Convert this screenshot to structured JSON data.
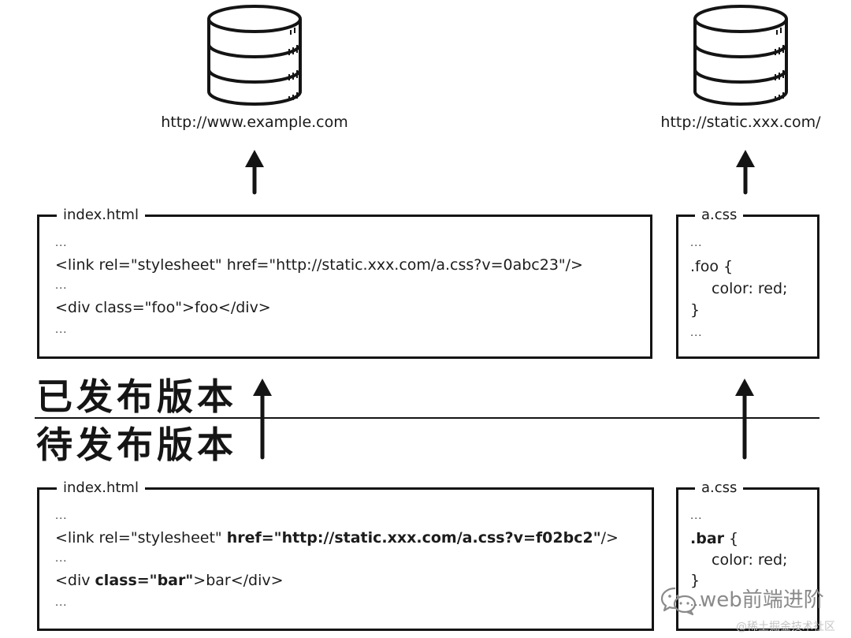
{
  "servers": {
    "origin": {
      "url": "http://www.example.com"
    },
    "static": {
      "url": "http://static.xxx.com/"
    }
  },
  "published": {
    "label": "已发布版本",
    "html_file": {
      "title": "index.html",
      "lines": [
        "...",
        "<link rel=\"stylesheet\" href=\"http://static.xxx.com/a.css?v=0abc23\"/>",
        "...",
        "<div class=\"foo\">foo</div>",
        "..."
      ]
    },
    "css_file": {
      "title": "a.css",
      "lines": [
        "...",
        ".foo {",
        "color: red;",
        "}",
        "..."
      ]
    }
  },
  "pending": {
    "label": "待发布版本",
    "html_file": {
      "title": "index.html",
      "lines": [
        [
          "..."
        ],
        [
          "<link rel=\"stylesheet\" ",
          "href=\"http://static.xxx.com/a.css?v=f02bc2\"",
          "/>"
        ],
        [
          "..."
        ],
        [
          "<div ",
          "class=\"bar\"",
          ">bar</div>"
        ],
        [
          "..."
        ]
      ]
    },
    "css_file": {
      "title": "a.css",
      "lines": [
        [
          "..."
        ],
        [
          ".bar",
          " {"
        ],
        [
          "color: red;"
        ],
        [
          "}"
        ],
        [
          "..."
        ]
      ]
    }
  },
  "watermark": {
    "channel": "web前端进阶",
    "platform": "@稀土掘金技术社区"
  },
  "icons": {
    "server": "database-icon",
    "arrow": "arrow-up-icon",
    "watermark": "wechat-icon"
  },
  "colors": {
    "ink": "#141414",
    "watermark": "#8a8a8a"
  }
}
